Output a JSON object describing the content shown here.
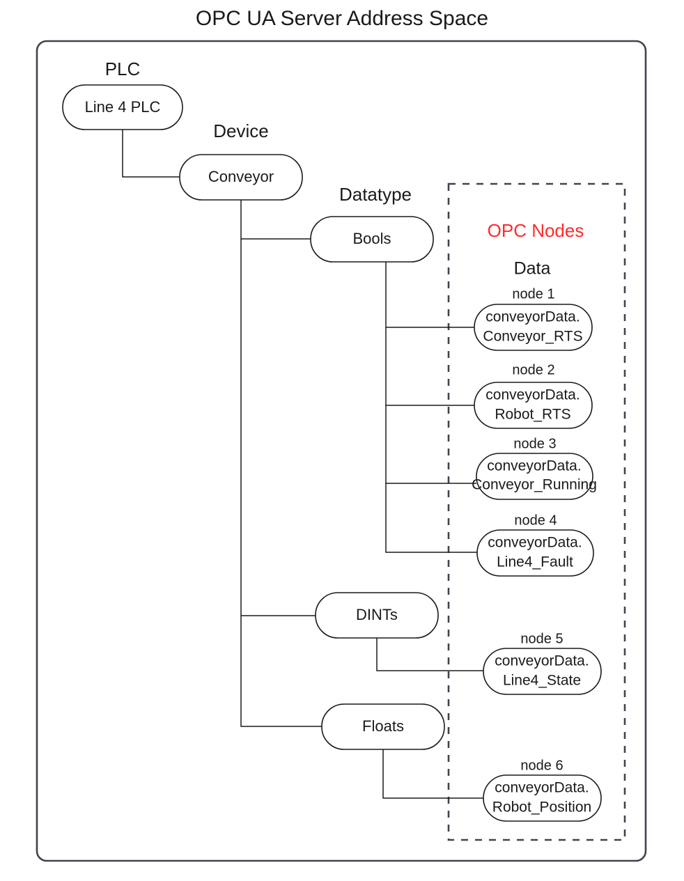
{
  "title": "OPC UA Server Address Space",
  "groups": {
    "plc_label": "PLC",
    "device_label": "Device",
    "datatype_label": "Datatype",
    "opc_nodes_label": "OPC Nodes",
    "data_label": "Data"
  },
  "colors": {
    "opc_nodes_accent": "#ff2b2b",
    "node_stroke": "#1a1a1a",
    "container_stroke": "#3f444e",
    "background": "#ffffff"
  },
  "tree": {
    "plc": {
      "label": "Line 4 PLC"
    },
    "device": {
      "label": "Conveyor"
    },
    "datatypes": [
      {
        "label": "Bools"
      },
      {
        "label": "DINTs"
      },
      {
        "label": "Floats"
      }
    ]
  },
  "nodes": [
    {
      "caption": "node 1",
      "line1": "conveyorData.",
      "line2": "Conveyor_RTS",
      "parent": "Bools"
    },
    {
      "caption": "node 2",
      "line1": "conveyorData.",
      "line2": "Robot_RTS",
      "parent": "Bools"
    },
    {
      "caption": "node 3",
      "line1": "conveyorData.",
      "line2": "Conveyor_Running",
      "parent": "Bools"
    },
    {
      "caption": "node 4",
      "line1": "conveyorData.",
      "line2": "Line4_Fault",
      "parent": "Bools"
    },
    {
      "caption": "node 5",
      "line1": "conveyorData.",
      "line2": "Line4_State",
      "parent": "DINTs"
    },
    {
      "caption": "node 6",
      "line1": "conveyorData.",
      "line2": "Robot_Position",
      "parent": "Floats"
    }
  ]
}
